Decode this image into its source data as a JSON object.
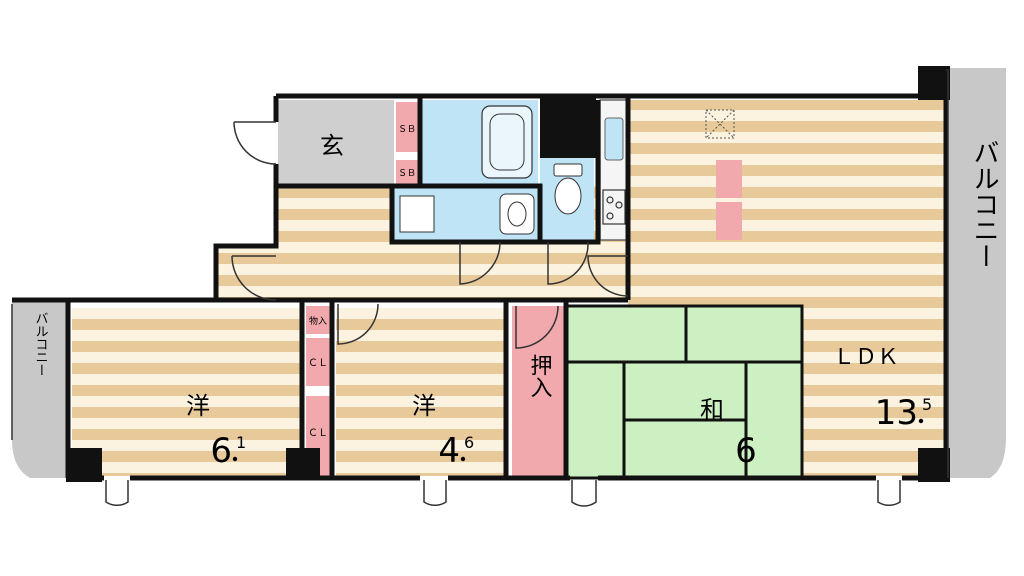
{
  "colors": {
    "wood_light": "#fbf3e0",
    "wood_dark": "#e8c99a",
    "tatami": "#ccf0c2",
    "closet_pink": "#f1a9ad",
    "bath_blue": "#bfe4f6",
    "balcony_gray": "#c8c8c8",
    "entrance_gray": "#cfcfcf",
    "wall": "#111111"
  },
  "rooms": {
    "entrance": "玄",
    "shoe_box_1": "ＳＢ",
    "shoe_box_2": "ＳＢ",
    "storage_small": "物入",
    "closet_1": "ＣＬ",
    "closet_2": "ＣＬ",
    "oshiire": "押入",
    "room1_type": "洋",
    "room1_size_int": "6",
    "room1_size_dec": "1",
    "room2_type": "洋",
    "room2_size_int": "4",
    "room2_size_dec": "6",
    "washitsu_type": "和",
    "washitsu_size": "6",
    "ldk_type": "ＬＤＫ",
    "ldk_size_int": "13",
    "ldk_size_dec": "5"
  },
  "balconies": {
    "right": "バルコニー",
    "left": "バルコニー"
  }
}
